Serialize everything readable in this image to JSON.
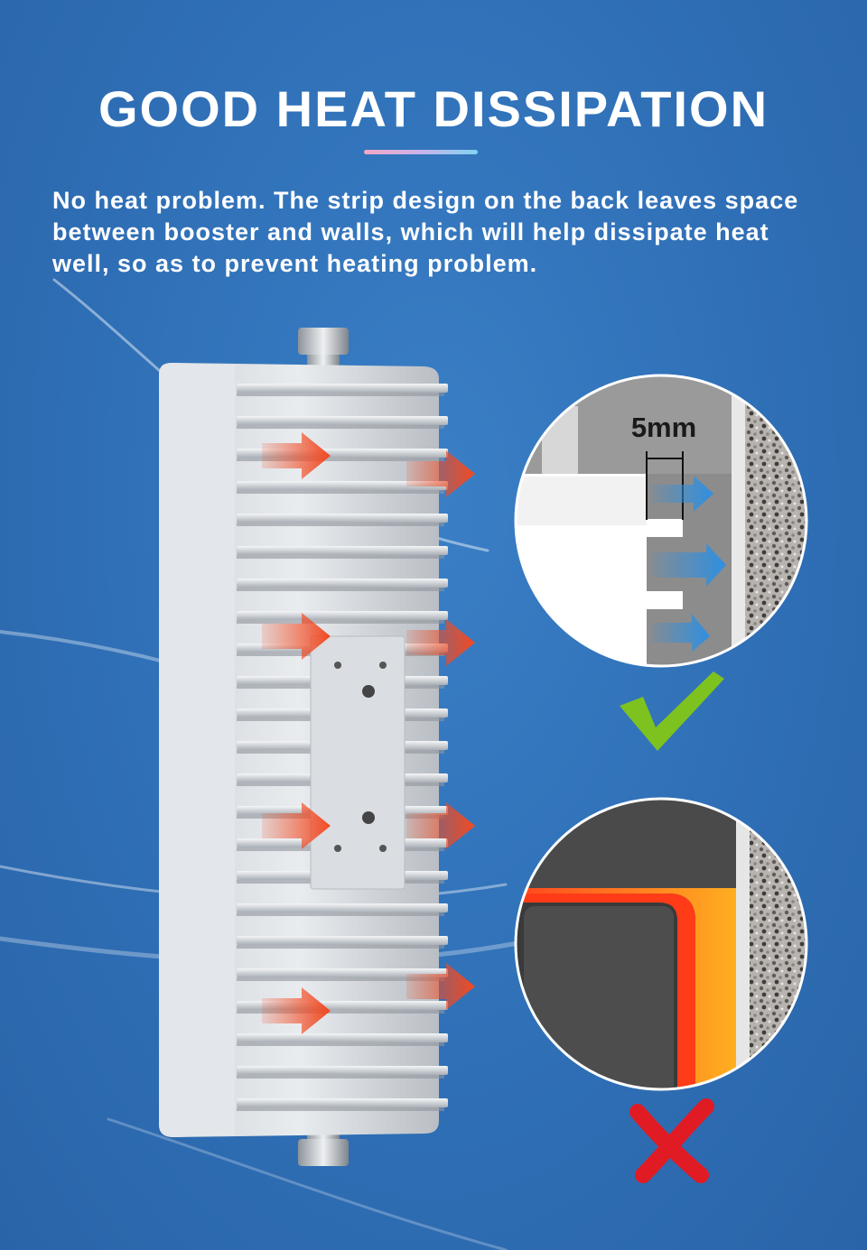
{
  "header": {
    "title": "GOOD HEAT DISSIPATION",
    "description": "No heat problem. The strip design on the back leaves space between booster and walls, which will help dissipate heat well, so as to prevent heating problem."
  },
  "detail_good": {
    "gap_label": "5mm",
    "verdict_icon": "check-mark-icon"
  },
  "detail_bad": {
    "verdict_icon": "cross-mark-icon"
  },
  "colors": {
    "background": "#2f6fb6",
    "heat_arrow": "#f24a22",
    "air_arrow": "#2f8fe0",
    "check": "#7ec21f",
    "cross": "#e01b24"
  }
}
